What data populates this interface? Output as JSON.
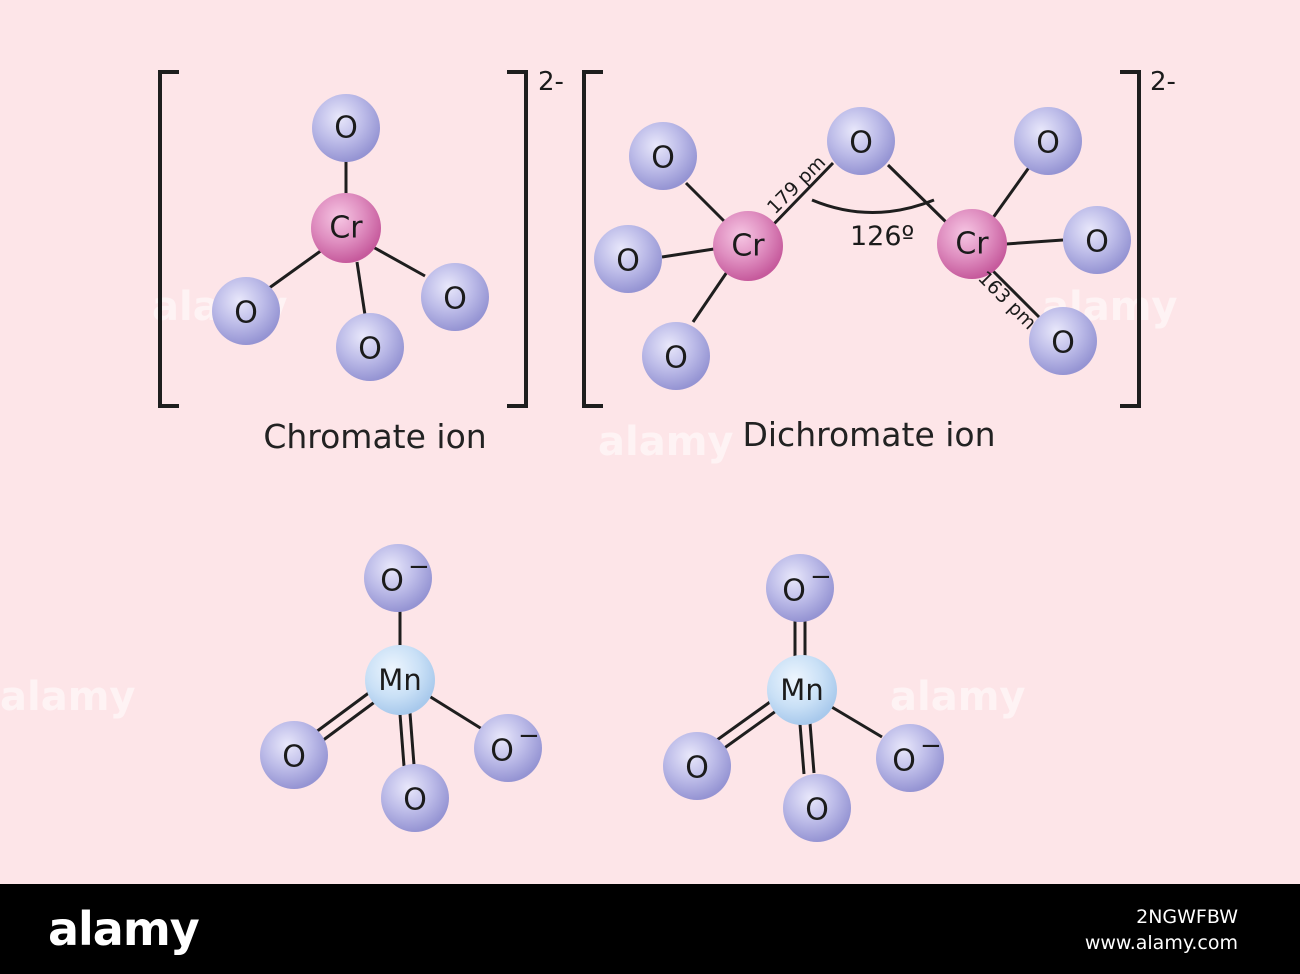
{
  "chromate": {
    "label": "Chromate ion",
    "charge": "2-",
    "center_symbol": "Cr",
    "oxygen_symbols": [
      "O",
      "O",
      "O",
      "O"
    ]
  },
  "dichromate": {
    "label": "Dichromate ion",
    "charge": "2-",
    "chromium_symbols": [
      "Cr",
      "Cr"
    ],
    "bridge_oxygen": "O",
    "terminal_oxygens": [
      "O",
      "O",
      "O",
      "O",
      "O",
      "O"
    ],
    "bond_length_bridge": "179 pm",
    "bond_length_terminal": "163 pm",
    "bond_angle": "126º"
  },
  "permanganate_left": {
    "center_symbol": "Mn",
    "top": "O",
    "left": "O",
    "bottom": "O",
    "right": "O",
    "charge_sign": "−"
  },
  "permanganate_right": {
    "center_symbol": "Mn",
    "top": "O",
    "left": "O",
    "bottom": "O",
    "right": "O",
    "charge_sign": "−"
  },
  "colors": {
    "background": "#fde5e8",
    "chromium": "#d46aa8",
    "oxygen": "#a7a6dc",
    "manganese": "#bcd8f3"
  },
  "watermark": {
    "text": "alamy",
    "image_id": "2NGWFBW",
    "url": "www.alamy.com"
  }
}
